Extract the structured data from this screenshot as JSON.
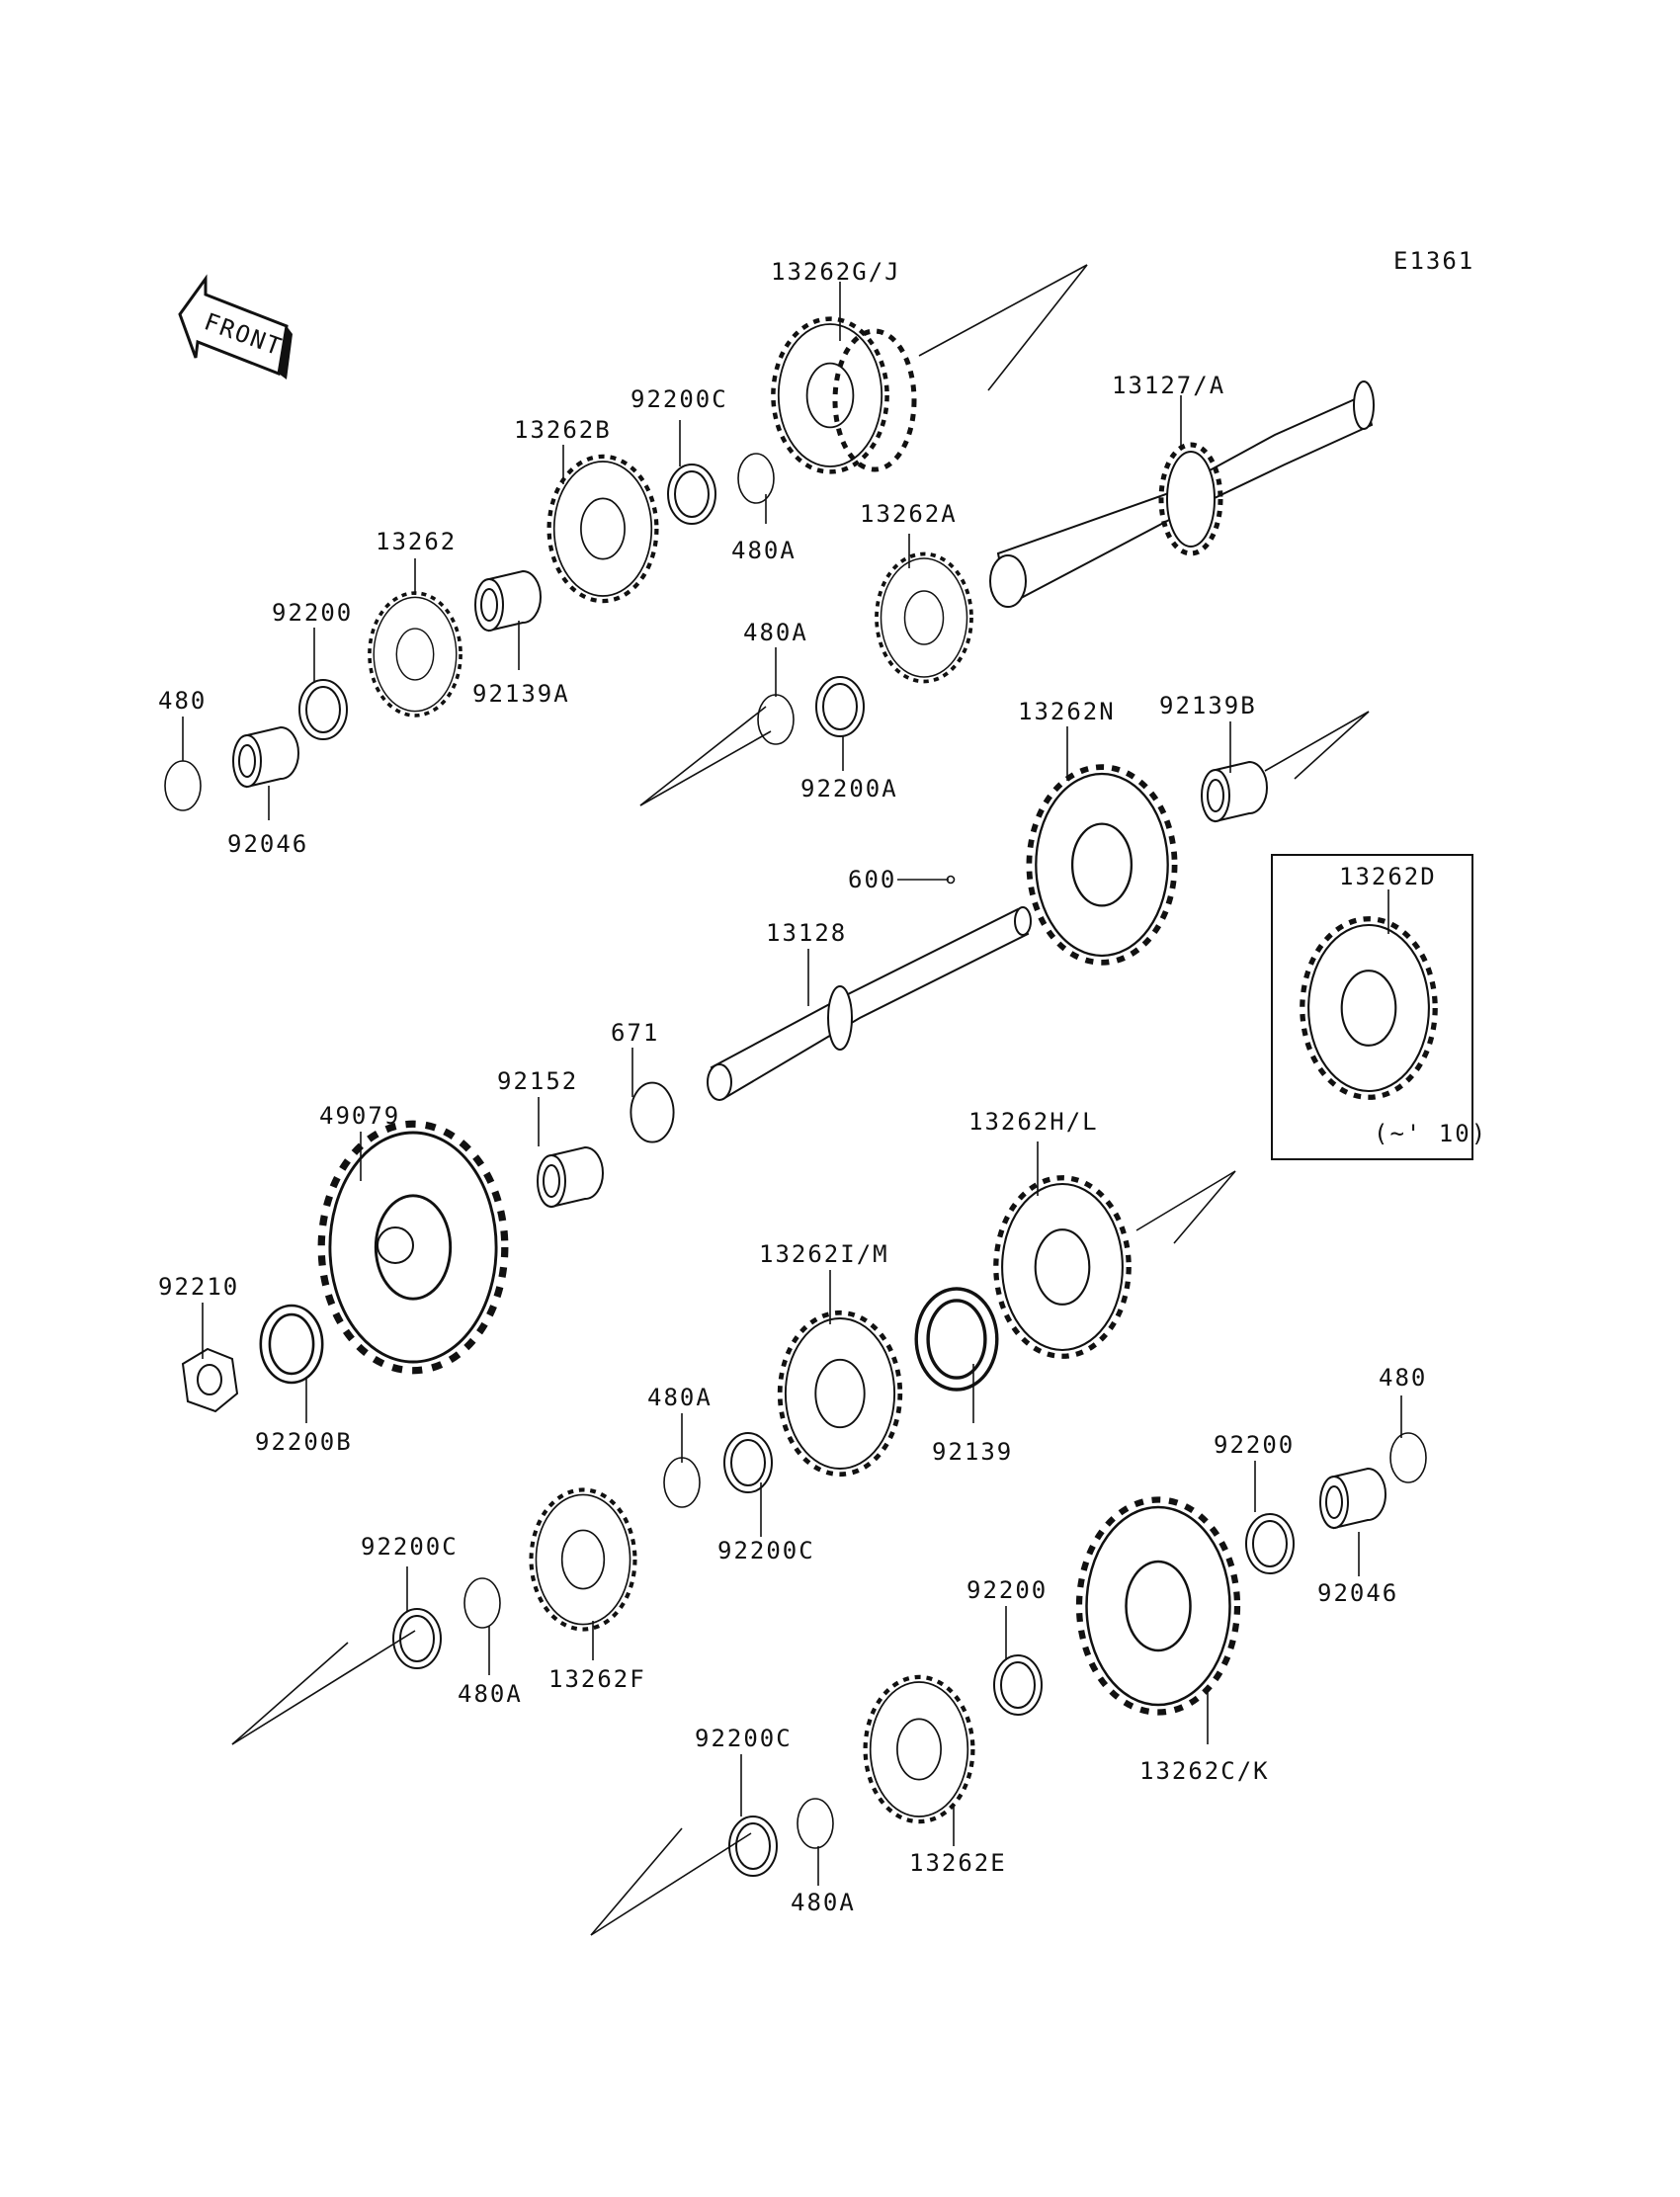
{
  "diagram_id": "E1361",
  "front_label": "FRONT",
  "inset_note": "(~' 10)",
  "callouts": {
    "p13262GJ": "13262G/J",
    "p13127A": "13127/A",
    "p92200C_a": "92200C",
    "p13262B": "13262B",
    "p480A_a": "480A",
    "p13262": "13262",
    "p13262A": "13262A",
    "p92200_a": "92200",
    "p92139A": "92139A",
    "p480_a": "480",
    "p480A_b": "480A",
    "p92046_a": "92046",
    "p92200A": "92200A",
    "p13262N": "13262N",
    "p92139B": "92139B",
    "p600": "600",
    "p13262D": "13262D",
    "p13128": "13128",
    "p671": "671",
    "p92152": "92152",
    "p49079": "49079",
    "p13262HL": "13262H/L",
    "p13262IM": "13262I/M",
    "p92210": "92210",
    "p480A_c": "480A",
    "p92139": "92139",
    "p480_b": "480",
    "p92200B": "92200B",
    "p92200_b": "92200",
    "p92200C_b": "92200C",
    "p92200C_c": "92200C",
    "p92046_b": "92046",
    "p480A_d": "480A",
    "p13262F": "13262F",
    "p92200_c": "92200",
    "p92200C_d": "92200C",
    "p13262CK": "13262C/K",
    "p480A_e": "480A",
    "p13262E": "13262E"
  }
}
